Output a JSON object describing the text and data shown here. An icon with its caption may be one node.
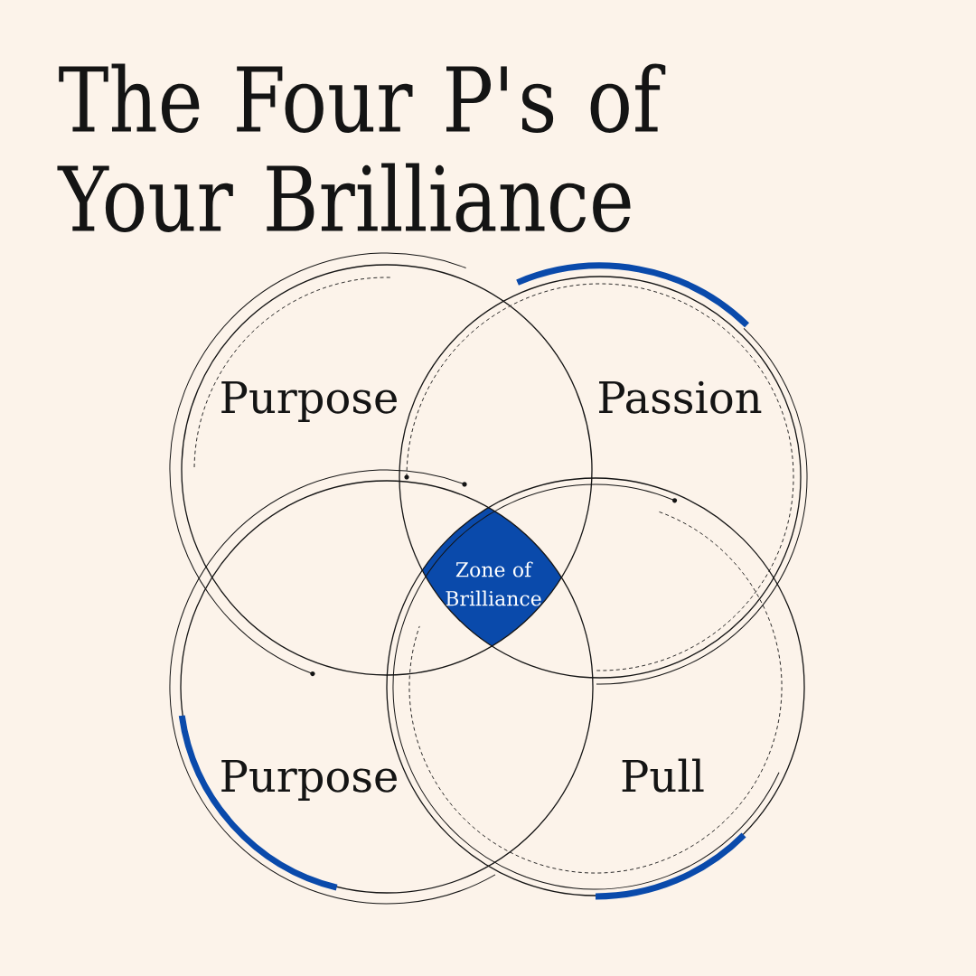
{
  "diagram": {
    "title": "The Four P's of Your Brilliance",
    "nodes": [
      {
        "text": [
          "Purpose"
        ]
      },
      {
        "text": [
          "Passion"
        ]
      },
      {
        "text": [
          "Purpose"
        ]
      },
      {
        "text": [
          "Pull"
        ]
      },
      {
        "text": [
          "Zone of Brilliance"
        ]
      }
    ]
  }
}
